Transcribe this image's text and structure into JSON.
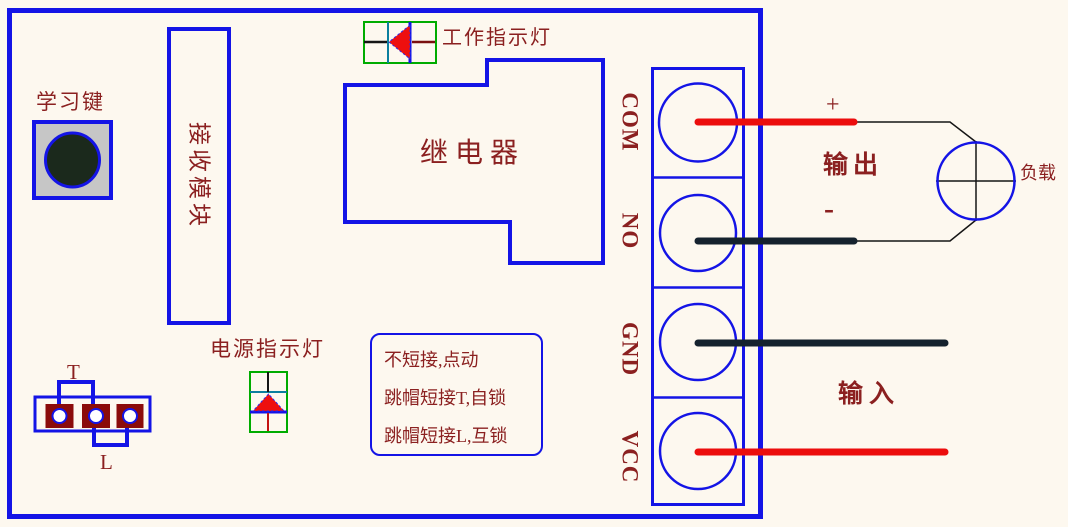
{
  "colors": {
    "background": "#FDF8EF",
    "outline_blue": "#1414E6",
    "label_maroon": "#8B2020",
    "wire_red": "#EC0D0D",
    "wire_black": "#15222E",
    "led_red": "#EE0F0F",
    "led_box_green": "#00AC00",
    "cathode_teal": "#0C7F9E",
    "pad_dark_red": "#8B0B0B",
    "button_gray": "#C6C6C6"
  },
  "board": {
    "learn_key_label": "学习键",
    "receiver_label": "接收模块",
    "work_led_label": "工作指示灯",
    "relay_label": "继电器",
    "power_led_label": "电源指示灯",
    "jumper": {
      "top": "T",
      "bottom": "L"
    },
    "notes": {
      "line1": "不短接,点动",
      "line2": "跳帽短接T,自锁",
      "line3": "跳帽短接L,互锁"
    },
    "terminals": [
      "COM",
      "NO",
      "GND",
      "VCC"
    ]
  },
  "right": {
    "plus": "+",
    "minus": "-",
    "output_label": "输出",
    "load_label": "负载",
    "input_label": "输入"
  }
}
